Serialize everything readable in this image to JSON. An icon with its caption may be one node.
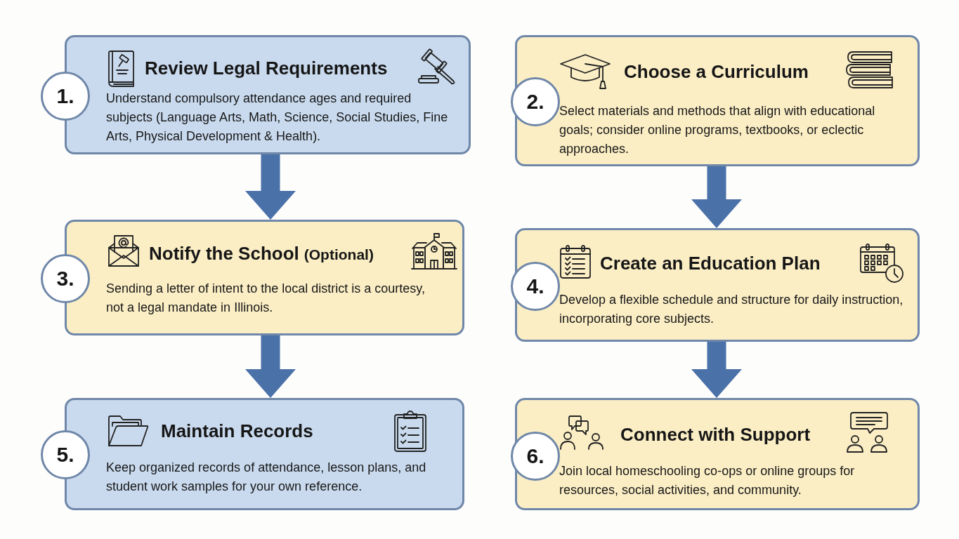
{
  "diagram": {
    "nodes": [
      {
        "text": [
          "1."
        ]
      },
      {
        "text": [
          "Review Legal Requirements",
          "Understand compulsory attendance ages and required subjects (Language Arts, Math, Science, Social Studies, Fine Arts, Physical Development & Health)."
        ]
      },
      {
        "text": [
          "2."
        ]
      },
      {
        "text": [
          "Choose a Curriculum",
          "Select materials and methods that align with educational goals; consider online programs, textbooks, or eclectic approaches."
        ]
      },
      {
        "text": [
          "3."
        ]
      },
      {
        "text": [
          "Notify the School",
          "(Optional)",
          "Sending a letter of intent to the local district is a courtesy, not a legal mandate in Illinois."
        ]
      },
      {
        "text": [
          "4."
        ]
      },
      {
        "text": [
          "Create an Education Plan",
          "Develop a flexible schedule and structure for daily instruction, incorporating core subjects."
        ]
      },
      {
        "text": [
          "5."
        ]
      },
      {
        "text": [
          "Maintain Records",
          "Keep organized records of attendance, lesson plans, and student work samples for your own reference."
        ]
      },
      {
        "text": [
          "6."
        ]
      },
      {
        "text": [
          "Connect with Support",
          "Join local homeschooling co-ops or online groups for resources, social activities, and community."
        ]
      }
    ],
    "edges": [
      {
        "from": 1,
        "to": 5,
        "arrow": "to"
      },
      {
        "from": 3,
        "to": 7,
        "arrow": "to"
      },
      {
        "from": 5,
        "to": 9,
        "arrow": "to"
      },
      {
        "from": 7,
        "to": 11,
        "arrow": "to"
      }
    ]
  }
}
